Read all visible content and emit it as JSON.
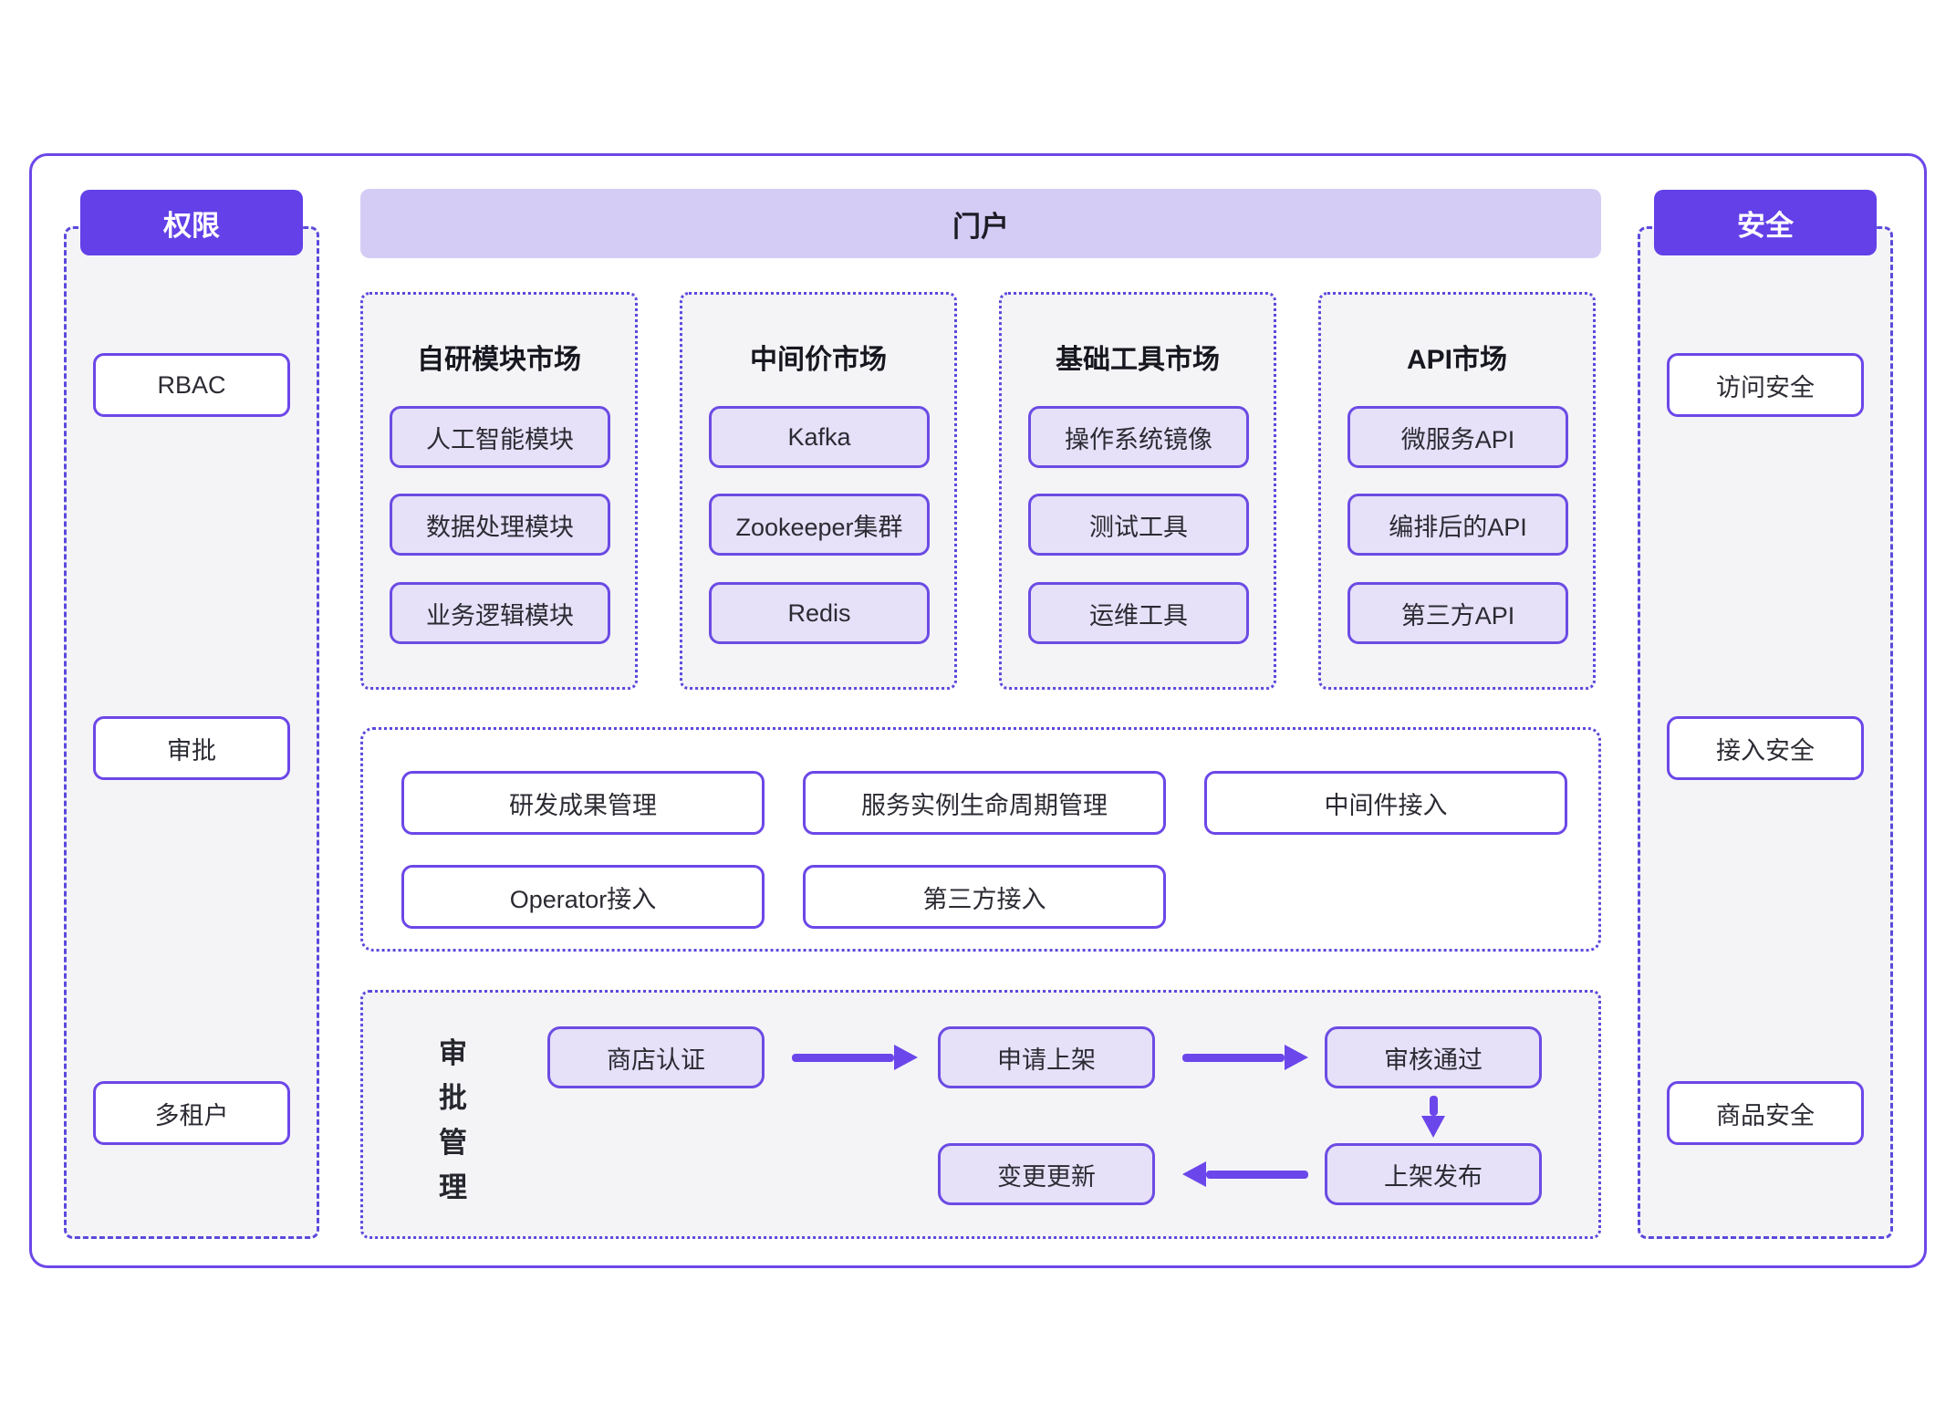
{
  "left_panel": {
    "header": "权限",
    "items": [
      "RBAC",
      "审批",
      "多租户"
    ]
  },
  "right_panel": {
    "header": "安全",
    "items": [
      "访问安全",
      "接入安全",
      "商品安全"
    ]
  },
  "portal": {
    "header": "门户",
    "markets": [
      {
        "title": "自研模块市场",
        "items": [
          "人工智能模块",
          "数据处理模块",
          "业务逻辑模块"
        ]
      },
      {
        "title": "中间价市场",
        "items": [
          "Kafka",
          "Zookeeper集群",
          "Redis"
        ]
      },
      {
        "title": "基础工具市场",
        "items": [
          "操作系统镜像",
          "测试工具",
          "运维工具"
        ]
      },
      {
        "title": "API市场",
        "items": [
          "微服务API",
          "编排后的API",
          "第三方API"
        ]
      }
    ],
    "management": {
      "row1": [
        "研发成果管理",
        "服务实例生命周期管理",
        "中间件接入"
      ],
      "row2": [
        "Operator接入",
        "第三方接入"
      ]
    },
    "approval": {
      "label": "审批管理",
      "steps": [
        "商店认证",
        "申请上架",
        "审核通过",
        "上架发布",
        "变更更新"
      ]
    }
  },
  "colors": {
    "accent_purple": "#6340e8",
    "border_purple": "#6c47e8",
    "dashed_purple": "#5b49dc",
    "portal_lavender": "#d5ccf5",
    "node_lavender": "#e6e0f8",
    "panel_gray": "#f4f4f7",
    "arrow_purple": "#6b47eb",
    "text_dark": "#26262e"
  }
}
